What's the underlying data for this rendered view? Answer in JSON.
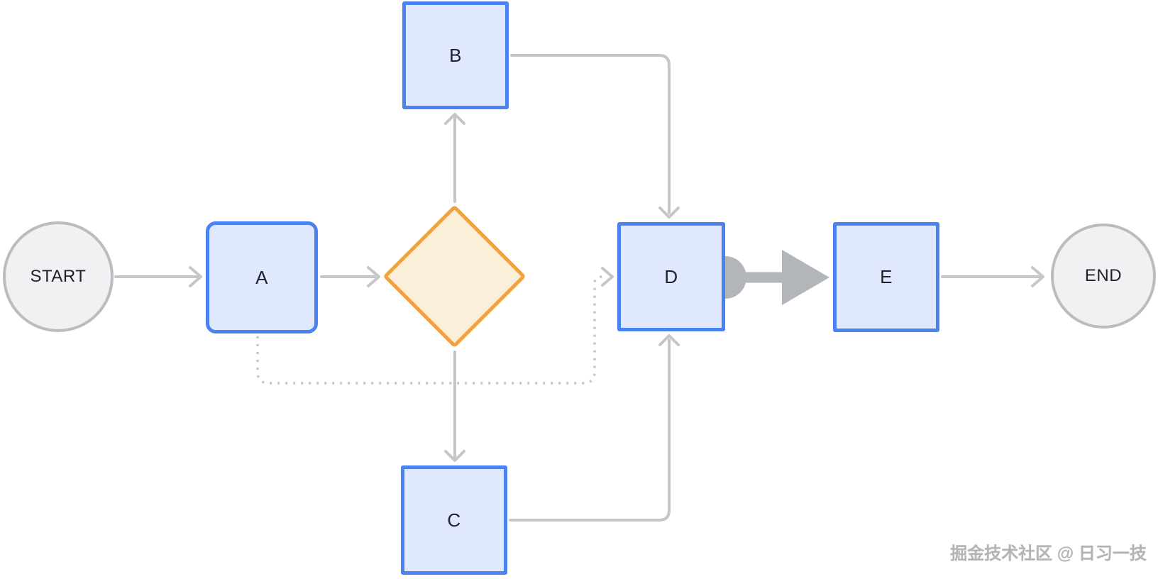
{
  "diagram": {
    "nodes": [
      {
        "id": "start",
        "type": "circle",
        "label": "START"
      },
      {
        "id": "A",
        "type": "rounded-rect",
        "label": "A"
      },
      {
        "id": "decision",
        "type": "diamond",
        "label": ""
      },
      {
        "id": "B",
        "type": "rect",
        "label": "B"
      },
      {
        "id": "C",
        "type": "rect",
        "label": "C"
      },
      {
        "id": "D",
        "type": "rect",
        "label": "D"
      },
      {
        "id": "E",
        "type": "rect",
        "label": "E"
      },
      {
        "id": "end",
        "type": "circle",
        "label": "END"
      }
    ],
    "edges": [
      {
        "from": "START",
        "to": "A",
        "style": "solid-arrow"
      },
      {
        "from": "A",
        "to": "decision",
        "style": "solid-arrow"
      },
      {
        "from": "decision",
        "to": "B",
        "style": "solid-arrow-up"
      },
      {
        "from": "decision",
        "to": "C",
        "style": "solid-arrow-down"
      },
      {
        "from": "B",
        "to": "D",
        "style": "solid-elbow-arrow"
      },
      {
        "from": "C",
        "to": "D",
        "style": "solid-elbow-arrow"
      },
      {
        "from": "A",
        "to": "D",
        "style": "dotted-elbow-arrow"
      },
      {
        "from": "D",
        "to": "E",
        "style": "thick-arrow-with-circle-tail"
      },
      {
        "from": "E",
        "to": "END",
        "style": "solid-arrow"
      }
    ]
  },
  "watermark": {
    "text": "掘金技术社区 @ 日习一技"
  },
  "colors": {
    "blue-border": "#4a82f0",
    "blue-fill": "#dfe8fc",
    "orange-border": "#f1a23c",
    "orange-fill": "#fcefda",
    "circle-border": "#bbbcbf",
    "circle-fill": "#f1f1f3",
    "line-gray": "#c5c6c8",
    "thick-gray": "#b2b5ba",
    "label-dark": "#1e222b",
    "watermark-gray": "#b4b4b4",
    "background": "#ffffff"
  }
}
